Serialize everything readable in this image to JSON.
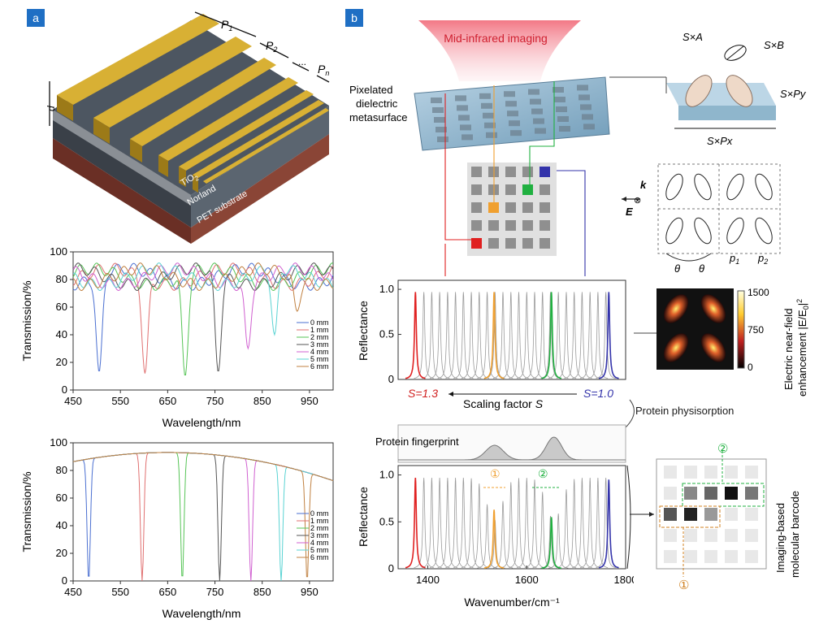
{
  "panels": {
    "a": "a",
    "b": "b"
  },
  "panel_a": {
    "grating_labels": {
      "p1": "P",
      "p1_sub": "1",
      "p2": "P",
      "p2_sub": "2",
      "pn": "P",
      "pn_sub": "n",
      "dots": "...",
      "height": "d"
    },
    "layers": {
      "tio2": "TiO",
      "tio2_sub": "2",
      "norland": "Norland",
      "pet": "PET substrate"
    },
    "colors": {
      "gold": "#c9a227",
      "gray": "#4d5661",
      "brown": "#7d3a2e"
    }
  },
  "chart_top": {
    "type": "line",
    "ylabel": "Transmission/%",
    "xlabel": "Wavelength/nm",
    "xlim": [
      450,
      1000
    ],
    "ylim": [
      0,
      100
    ],
    "xticks": [
      "450",
      "550",
      "650",
      "750",
      "850",
      "950"
    ],
    "yticks": [
      "0",
      "20",
      "40",
      "60",
      "80",
      "100"
    ],
    "legend_position": "right",
    "series": [
      {
        "name": "0 mm",
        "color": "#4a6fd1",
        "min_x": 505,
        "min_y": 13
      },
      {
        "name": "1 mm",
        "color": "#e07070",
        "min_x": 602,
        "min_y": 12
      },
      {
        "name": "2 mm",
        "color": "#56c456",
        "min_x": 687,
        "min_y": 10
      },
      {
        "name": "3 mm",
        "color": "#555555",
        "min_x": 757,
        "min_y": 13
      },
      {
        "name": "4 mm",
        "color": "#d060d0",
        "min_x": 820,
        "min_y": 30
      },
      {
        "name": "5 mm",
        "color": "#5ad3d3",
        "min_x": 876,
        "min_y": 40
      },
      {
        "name": "6 mm",
        "color": "#c08040",
        "min_x": 924,
        "min_y": 57
      }
    ]
  },
  "chart_bottom": {
    "type": "line",
    "ylabel": "Transmission/%",
    "xlabel": "Wavelength/nm",
    "xlim": [
      450,
      1000
    ],
    "ylim": [
      0,
      100
    ],
    "xticks": [
      "450",
      "550",
      "650",
      "750",
      "850",
      "950"
    ],
    "yticks": [
      "0",
      "20",
      "40",
      "60",
      "80",
      "100"
    ],
    "legend_position": "right",
    "series": [
      {
        "name": "0 mm",
        "color": "#4a6fd1",
        "min_x": 483,
        "min_y": 0
      },
      {
        "name": "1 mm",
        "color": "#e07070",
        "min_x": 596,
        "min_y": 0
      },
      {
        "name": "2 mm",
        "color": "#56c456",
        "min_x": 681,
        "min_y": 0
      },
      {
        "name": "3 mm",
        "color": "#555555",
        "min_x": 760,
        "min_y": 0
      },
      {
        "name": "4 mm",
        "color": "#d060d0",
        "min_x": 826,
        "min_y": 0
      },
      {
        "name": "5 mm",
        "color": "#5ad3d3",
        "min_x": 890,
        "min_y": 0
      },
      {
        "name": "6 mm",
        "color": "#c08040",
        "min_x": 945,
        "min_y": 0
      }
    ]
  },
  "panel_b": {
    "imaging": "Mid-infrared imaging",
    "metasurface": [
      "Pixelated",
      "dielectric",
      "metasurface"
    ],
    "unit_cell": {
      "sa": "S×A",
      "sb": "S×B",
      "spy": "S×Py",
      "spx": "S×Px"
    },
    "field": {
      "k": "k",
      "e": "E",
      "theta": "θ",
      "p1": "p",
      "p1_sub": "1",
      "p2": "p",
      "p2_sub": "2"
    },
    "pixel_highlights": [
      {
        "row": 4,
        "col": 0,
        "color": "#e02020"
      },
      {
        "row": 2,
        "col": 1,
        "color": "#f0a030"
      },
      {
        "row": 1,
        "col": 3,
        "color": "#20b040"
      },
      {
        "row": 0,
        "col": 4,
        "color": "#3333aa"
      }
    ],
    "nearfield": {
      "ticks": [
        "1500",
        "750",
        "0"
      ],
      "label1": "Electric near-field",
      "label2": "enhancement |E/E",
      "label2_sub": "0",
      "label2_end": "|",
      "label2_sup": "2"
    },
    "scaling": {
      "left": "S=1.3",
      "right": "S=1.0",
      "caption": "Scaling factor ",
      "caption_var": "S"
    },
    "physisorption": "Protein physisorption",
    "fingerprint": "Protein fingerprint",
    "markers": {
      "one": "①",
      "two": "②"
    },
    "barcode_label": [
      "Imaging-based",
      "molecular barcode"
    ],
    "barcode_row1": [
      "#e8e8e8",
      "#888888",
      "#666666",
      "#111111",
      "#777777"
    ],
    "barcode_row2": [
      "#555555",
      "#222222",
      "#999999",
      "#e8e8e8",
      "#e8e8e8"
    ]
  },
  "chart_data": [
    {
      "type": "line",
      "title": "",
      "ylabel": "Reflectance",
      "xlabel": "",
      "ylim": [
        0,
        1.0
      ],
      "yticks": [
        "0",
        "0.5",
        "1.0"
      ],
      "xlim": [
        1340,
        1800
      ],
      "peaks": [
        1375,
        1392,
        1408,
        1424,
        1440,
        1456,
        1472,
        1488,
        1504,
        1520,
        1536,
        1552,
        1568,
        1584,
        1600,
        1616,
        1632,
        1648,
        1664,
        1680,
        1696,
        1712,
        1728,
        1744,
        1760
      ],
      "highlighted": [
        {
          "x": 1375,
          "color": "#e02020"
        },
        {
          "x": 1534,
          "color": "#f0a030"
        },
        {
          "x": 1650,
          "color": "#20b040"
        },
        {
          "x": 1766,
          "color": "#3333aa"
        }
      ]
    },
    {
      "type": "line",
      "title": "",
      "ylabel": "Reflectance",
      "xlabel": "Wavenumber/cm⁻¹",
      "ylim": [
        0,
        1.0
      ],
      "yticks": [
        "0",
        "0.5",
        "1.0"
      ],
      "xticks": [
        "1400",
        "1600",
        "1800"
      ],
      "xlim": [
        1340,
        1800
      ],
      "fingerprint_peaks": [
        1535,
        1655
      ],
      "highlighted": [
        {
          "x": 1375,
          "color": "#e02020",
          "y": 0.97
        },
        {
          "x": 1534,
          "color": "#f0a030",
          "y": 0.63
        },
        {
          "x": 1650,
          "color": "#20b040",
          "y": 0.55
        },
        {
          "x": 1766,
          "color": "#3333aa",
          "y": 0.95
        }
      ]
    }
  ]
}
